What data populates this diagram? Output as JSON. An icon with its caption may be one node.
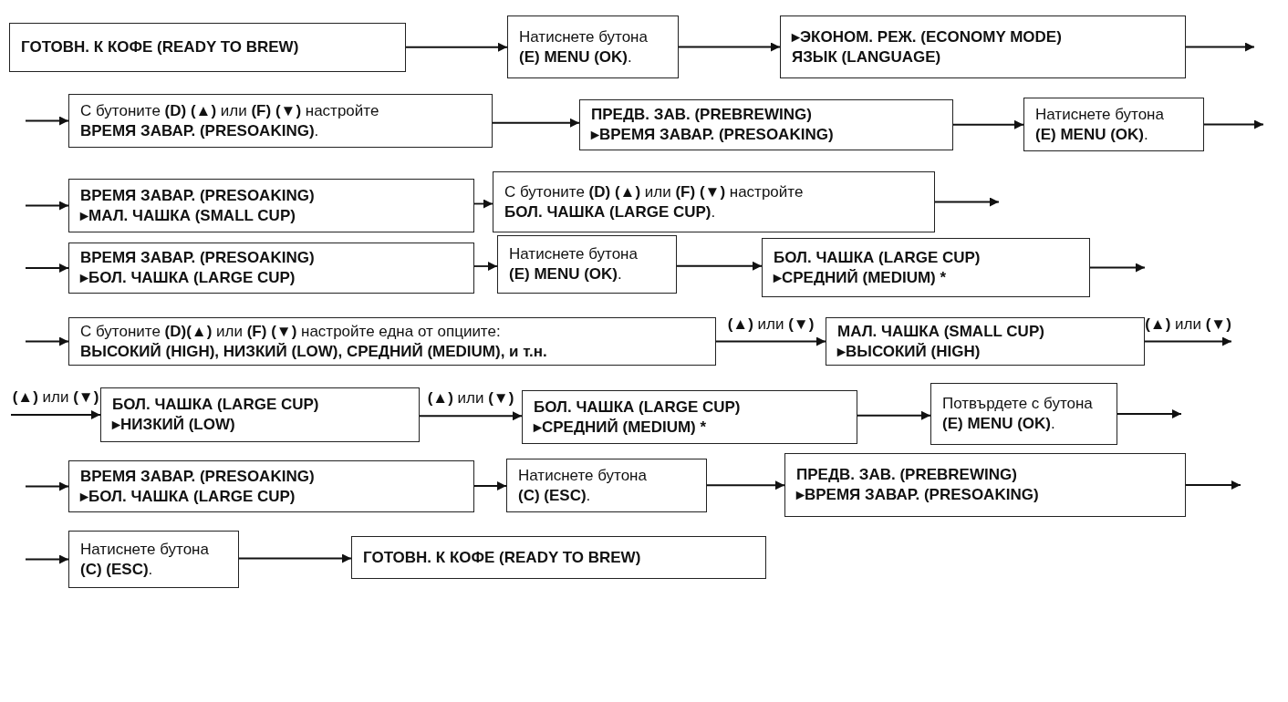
{
  "diagram": {
    "nodes": [
      {
        "text": [
          "ГОТОВН. К КОФЕ (READY TO BREW)"
        ]
      },
      {
        "text": [
          "Натиснете бутона",
          "**(E) MENU (OK)**."
        ]
      },
      {
        "text": [
          "▸ЭКОНОМ. РЕЖ. (ECONOMY MODE)",
          "ЯЗЫК (LANGUAGE)"
        ]
      },
      {
        "text": [
          "С бутоните **(D)** **(▲)** или **(F)** **(▼)** настройте",
          "**ВРЕМЯ ЗАВАР. (PRESOAKING)**."
        ]
      },
      {
        "text": [
          "ПРЕДВ. ЗАВ. (PREBREWING)",
          "▸ВРЕМЯ ЗАВАР. (PRESOAKING)"
        ]
      },
      {
        "text": [
          "Натиснете бутона",
          "**(E) MENU (OK)**."
        ]
      },
      {
        "text": [
          "ВРЕМЯ ЗАВАР. (PRESOAKING)",
          "▸МАЛ. ЧАШКА (SMALL CUP)"
        ]
      },
      {
        "text": [
          "С бутоните **(D)** **(▲)** или **(F)** **(▼)** настройте",
          "**БОЛ. ЧАШКА (LARGE CUP)**."
        ]
      },
      {
        "text": [
          "ВРЕМЯ ЗАВАР. (PRESOAKING)",
          "▸БОЛ. ЧАШКА (LARGE CUP)"
        ]
      },
      {
        "text": [
          "Натиснете бутона",
          "**(E) MENU (OK)**."
        ]
      },
      {
        "text": [
          "БОЛ. ЧАШКА (LARGE CUP)",
          "▸СРЕДНИЙ (MEDIUM) *"
        ]
      },
      {
        "text": [
          "С бутоните **(D)(▲)** или **(F)** **(▼)** настройте една от опциите:",
          "ВЫСОКИЙ (HIGH), НИЗКИЙ (LOW), СРЕДНИЙ (MEDIUM), и т.н."
        ]
      },
      {
        "text": [
          "МАЛ. ЧАШКА (SMALL CUP)",
          "▸ВЫСОКИЙ (HIGH)"
        ]
      },
      {
        "text": [
          "БОЛ. ЧАШКА (LARGE CUP)",
          "▸НИЗКИЙ (LOW)"
        ]
      },
      {
        "text": [
          "БОЛ. ЧАШКА (LARGE CUP)",
          "▸СРЕДНИЙ (MEDIUM) *"
        ]
      },
      {
        "text": [
          "Потвърдете с бутона",
          "**(E) MENU (OK)**."
        ]
      },
      {
        "text": [
          "ВРЕМЯ ЗАВАР. (PRESOAKING)",
          "▸БОЛ. ЧАШКА (LARGE CUP)"
        ]
      },
      {
        "text": [
          "Натиснете бутона",
          "**(C) (ESC)**."
        ]
      },
      {
        "text": [
          "ПРЕДВ. ЗАВ. (PREBREWING)",
          "▸ВРЕМЯ ЗАВАР. (PRESOAKING)"
        ]
      },
      {
        "text": [
          "Натиснете бутона",
          "**(C) (ESC)**."
        ]
      },
      {
        "text": [
          "ГОТОВН. К КОФЕ (READY TO BREW)"
        ]
      }
    ],
    "edges": [
      {
        "from": 0,
        "to": 1,
        "arrow": "to"
      },
      {
        "from": 1,
        "to": 2,
        "arrow": "to"
      },
      {
        "from": 2,
        "to": null,
        "arrow": "to"
      },
      {
        "from": null,
        "to": 3,
        "arrow": "to"
      },
      {
        "from": 3,
        "to": 4,
        "arrow": "to"
      },
      {
        "from": 4,
        "to": 5,
        "arrow": "to"
      },
      {
        "from": 5,
        "to": null,
        "arrow": "to"
      },
      {
        "from": null,
        "to": 6,
        "arrow": "to"
      },
      {
        "from": 6,
        "to": 7,
        "arrow": "to"
      },
      {
        "from": 7,
        "to": null,
        "arrow": "to"
      },
      {
        "from": null,
        "to": 8,
        "arrow": "to"
      },
      {
        "from": 8,
        "to": 9,
        "arrow": "to"
      },
      {
        "from": 9,
        "to": 10,
        "arrow": "to"
      },
      {
        "from": 10,
        "to": null,
        "arrow": "to"
      },
      {
        "from": null,
        "to": 11,
        "arrow": "to"
      },
      {
        "from": 11,
        "to": 12,
        "arrow": "to",
        "label": "**(▲)** или **(▼)**"
      },
      {
        "from": 12,
        "to": null,
        "arrow": "to",
        "label": "**(▲)** или **(▼)**"
      },
      {
        "from": null,
        "to": 13,
        "arrow": "to",
        "label": "**(▲)** или **(▼)**"
      },
      {
        "from": 13,
        "to": 14,
        "arrow": "to",
        "label": "**(▲)** или **(▼)**"
      },
      {
        "from": 14,
        "to": 15,
        "arrow": "to"
      },
      {
        "from": 15,
        "to": null,
        "arrow": "to"
      },
      {
        "from": null,
        "to": 16,
        "arrow": "to"
      },
      {
        "from": 16,
        "to": 17,
        "arrow": "to"
      },
      {
        "from": 17,
        "to": 18,
        "arrow": "to"
      },
      {
        "from": 18,
        "to": null,
        "arrow": "to"
      },
      {
        "from": null,
        "to": 19,
        "arrow": "to"
      },
      {
        "from": 19,
        "to": 20,
        "arrow": "to"
      }
    ]
  }
}
